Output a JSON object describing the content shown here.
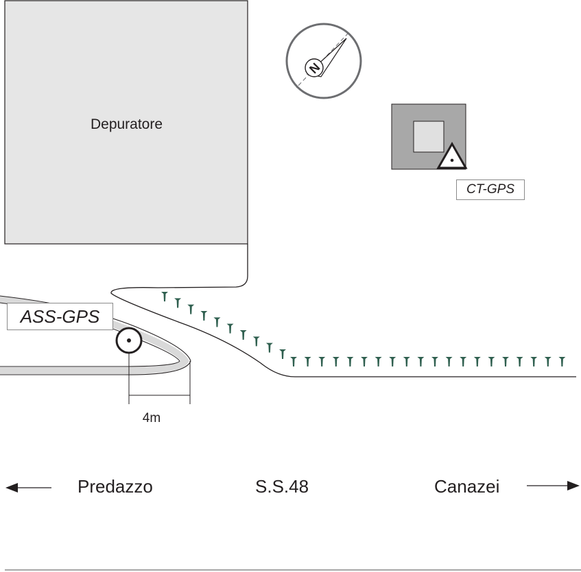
{
  "building": {
    "label": "Depuratore"
  },
  "stations": {
    "ct": {
      "label": "CT-GPS"
    },
    "ass": {
      "label": "ASS-GPS"
    }
  },
  "compass": {
    "north_letter": "N"
  },
  "scale_bar": {
    "label": "4m"
  },
  "directions": {
    "left": "Predazzo",
    "road": "S.S.48",
    "right": "Canazei"
  },
  "colors": {
    "building_fill": "#e6e6e6",
    "ct_outer": "#a8a8a8",
    "ct_inner": "#e0e0e0",
    "trees": "#2f5f4f",
    "lines": "#231f20",
    "lane": "#d9d9d9"
  }
}
